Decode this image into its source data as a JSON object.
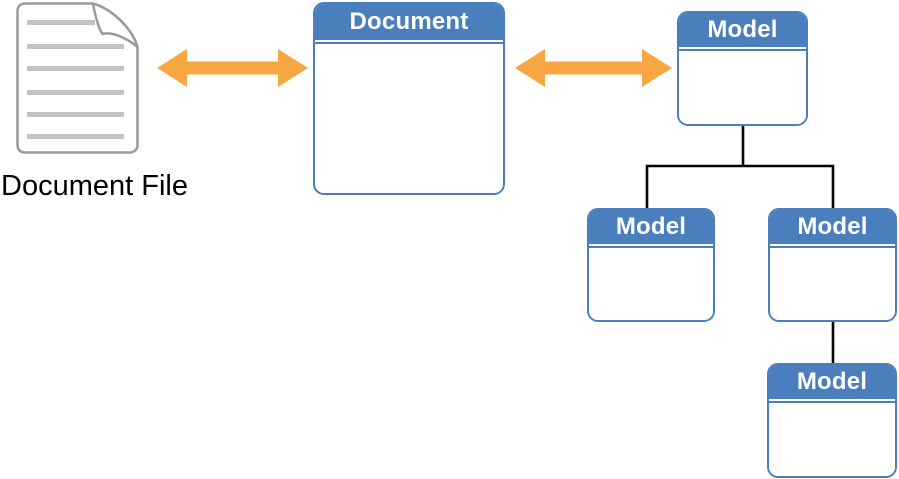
{
  "file": {
    "label": "Document File",
    "icon": "document-file-icon"
  },
  "nodes": {
    "document": {
      "label": "Document"
    },
    "model_root": {
      "label": "Model"
    },
    "model_left": {
      "label": "Model"
    },
    "model_right": {
      "label": "Model"
    },
    "model_grandchild": {
      "label": "Model"
    }
  },
  "icons": {
    "left_arrow": "double-headed-arrow-icon",
    "right_arrow": "double-headed-arrow-icon"
  },
  "colors": {
    "node_blue": "#4a7ebc",
    "header_text_white": "#ffffff",
    "arrow_orange": "#f6a742",
    "connector_black": "#000000",
    "file_outline_gray": "#9a9a9a",
    "file_line_gray": "#c2c2c2",
    "label_text_black": "#000000",
    "background": "#ffffff"
  }
}
